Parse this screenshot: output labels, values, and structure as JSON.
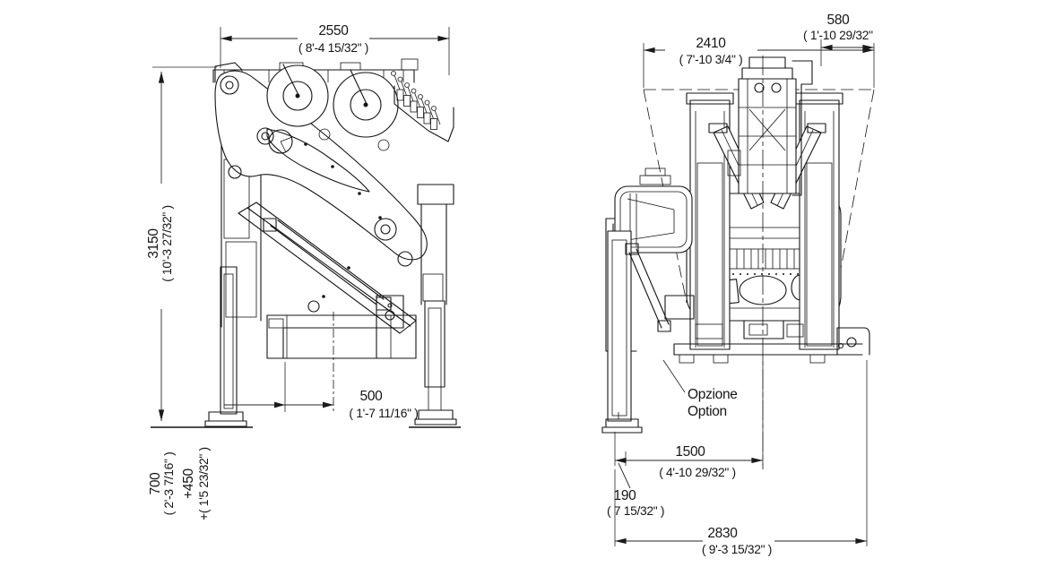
{
  "drawing": {
    "dims": {
      "d2550": {
        "mm": "2550",
        "imp": "( 8'-4 15/32\" )"
      },
      "d3150": {
        "mm": "3150",
        "imp": "( 10'-3 27/32\" )"
      },
      "d500": {
        "mm": "500",
        "imp": "( 1'-7 11/16\" )"
      },
      "d700": {
        "mm": "700",
        "imp": "( 2'-3 7/16\" )",
        "plus_mm": "+450",
        "plus_imp": "+( 1'5  23/32\" )"
      },
      "d2410": {
        "mm": "2410",
        "imp": "( 7'-10 3/4\" )"
      },
      "d580": {
        "mm": "580",
        "imp": "( 1'-10 29/32\""
      },
      "d1500": {
        "mm": "1500",
        "imp": "( 4'-10 29/32\" )"
      },
      "d190": {
        "mm": "190",
        "imp": "( 7 15/32\" )"
      },
      "d2830": {
        "mm": "2830",
        "imp": "( 9'-3 15/32\" )"
      }
    },
    "labels": {
      "option_it": "Opzione",
      "option_en": "Option"
    },
    "colors": {
      "line": "#141414",
      "dimension": "#262626",
      "background": "#ffffff"
    }
  }
}
